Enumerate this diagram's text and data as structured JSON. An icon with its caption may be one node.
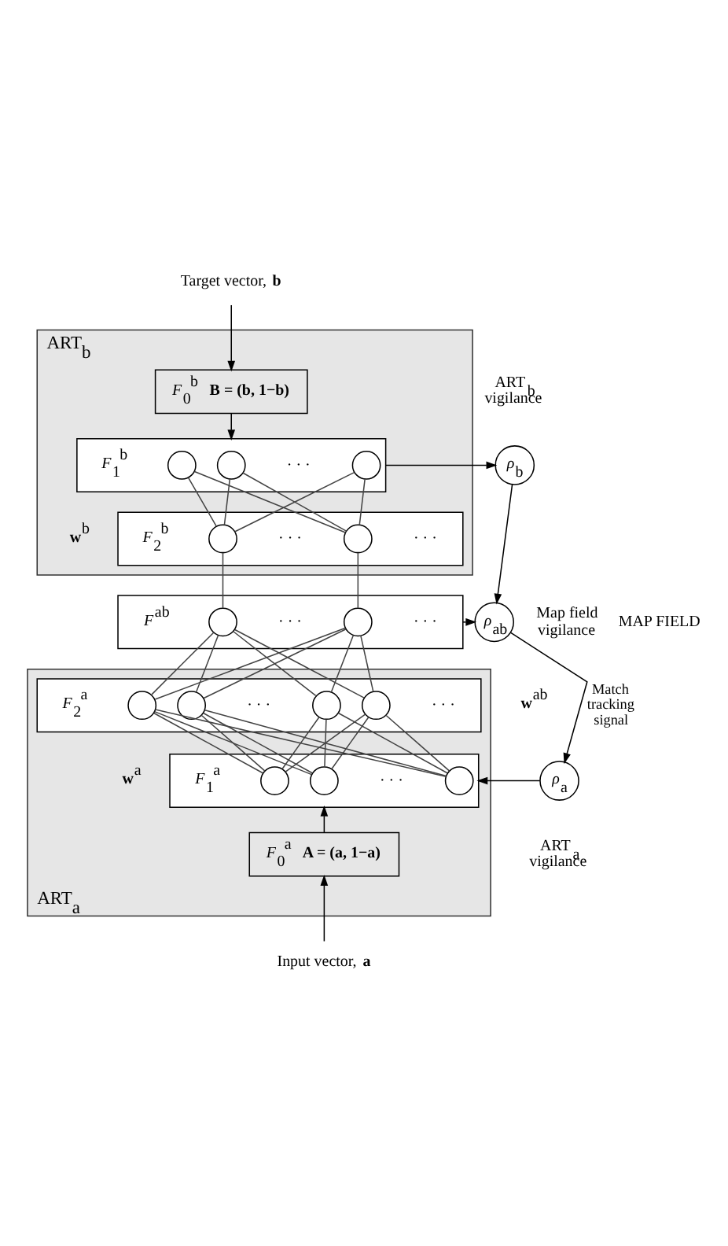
{
  "diagram": {
    "nodes": [
      {
        "text": [
          "ART$_{b}$"
        ]
      },
      {
        "text": [
          "Target vector, **b**"
        ]
      },
      {
        "text": [
          "*F*$_{0}$$^{b}$",
          "B = (b, 1−b)"
        ],
        "in": 0
      },
      {
        "text": [
          "*F*$_{1}$$^{b}$",
          "· · ·"
        ],
        "in": 0
      },
      {
        "text": [],
        "shape": "circle",
        "in": 3
      },
      {
        "text": [],
        "shape": "circle",
        "in": 3
      },
      {
        "text": [],
        "shape": "circle",
        "in": 3
      },
      {
        "text": [
          "*ρ*$_{b}$"
        ],
        "beside": [
          "ART$_{b}$ vigilance"
        ]
      },
      {
        "text": [
          "*F*$_{2}$$^{b}$",
          "· · ·",
          "· · ·"
        ],
        "in": 0
      },
      {
        "text": [],
        "shape": "circle",
        "in": 8
      },
      {
        "text": [],
        "shape": "circle",
        "in": 8
      },
      {
        "text": [
          "*F*$^{ab}$",
          "· · ·",
          "· · ·"
        ]
      },
      {
        "text": [],
        "shape": "circle",
        "in": 11
      },
      {
        "text": [],
        "shape": "circle",
        "in": 11
      },
      {
        "text": [
          "*ρ*$_{ab}$"
        ],
        "beside": [
          "Map field vigilance"
        ]
      },
      {
        "text": [
          "ART$_{a}$"
        ]
      },
      {
        "text": [
          "*F*$_{2}$$^{a}$",
          "· · ·",
          "· · ·"
        ],
        "in": 15
      },
      {
        "text": [],
        "shape": "circle",
        "in": 16
      },
      {
        "text": [],
        "shape": "circle",
        "in": 16
      },
      {
        "text": [],
        "shape": "circle",
        "in": 16
      },
      {
        "text": [],
        "shape": "circle",
        "in": 16
      },
      {
        "text": [
          "*F*$_{1}$$^{a}$",
          "· · ·"
        ],
        "in": 15
      },
      {
        "text": [],
        "shape": "circle",
        "in": 21
      },
      {
        "text": [],
        "shape": "circle",
        "in": 21
      },
      {
        "text": [],
        "shape": "circle",
        "in": 21
      },
      {
        "text": [
          "*ρ*$_{a}$"
        ],
        "beside": [
          "ART$_{a}$ vigilance"
        ]
      },
      {
        "text": [
          "*F*$_{0}$$^{a}$",
          "A = (a, 1−a)"
        ],
        "in": 15
      },
      {
        "text": [
          "Input vector, **a**"
        ]
      }
    ],
    "edges": [
      {
        "from": 1,
        "to": 2,
        "arrow": "to"
      },
      {
        "from": 2,
        "to": 3,
        "arrow": "to"
      },
      {
        "from": 3,
        "to": 7,
        "arrow": "to"
      },
      {
        "from": 4,
        "to": 9,
        "arrow": "none"
      },
      {
        "from": 4,
        "to": 10,
        "arrow": "none"
      },
      {
        "from": 5,
        "to": 9,
        "arrow": "none"
      },
      {
        "from": 5,
        "to": 10,
        "arrow": "none"
      },
      {
        "from": 6,
        "to": 9,
        "arrow": "none"
      },
      {
        "from": 6,
        "to": 10,
        "arrow": "none"
      },
      {
        "from": 7,
        "to": 14,
        "arrow": "to"
      },
      {
        "from": 9,
        "to": 12,
        "arrow": "none"
      },
      {
        "from": 10,
        "to": 13,
        "arrow": "none"
      },
      {
        "from": 11,
        "to": 14,
        "arrow": "to"
      },
      {
        "from": 12,
        "to": 17,
        "arrow": "none"
      },
      {
        "from": 12,
        "to": 18,
        "arrow": "none"
      },
      {
        "from": 12,
        "to": 19,
        "arrow": "none"
      },
      {
        "from": 12,
        "to": 20,
        "arrow": "none"
      },
      {
        "from": 13,
        "to": 17,
        "arrow": "none"
      },
      {
        "from": 13,
        "to": 18,
        "arrow": "none"
      },
      {
        "from": 13,
        "to": 19,
        "arrow": "none"
      },
      {
        "from": 13,
        "to": 20,
        "arrow": "none"
      },
      {
        "from": 14,
        "to": 25,
        "arrow": "to",
        "label": "Match tracking signal"
      },
      {
        "from": 17,
        "to": 22,
        "arrow": "none"
      },
      {
        "from": 17,
        "to": 23,
        "arrow": "none"
      },
      {
        "from": 17,
        "to": 24,
        "arrow": "none"
      },
      {
        "from": 18,
        "to": 22,
        "arrow": "none"
      },
      {
        "from": 18,
        "to": 23,
        "arrow": "none"
      },
      {
        "from": 18,
        "to": 24,
        "arrow": "none"
      },
      {
        "from": 19,
        "to": 22,
        "arrow": "none"
      },
      {
        "from": 19,
        "to": 23,
        "arrow": "none"
      },
      {
        "from": 19,
        "to": 24,
        "arrow": "none"
      },
      {
        "from": 20,
        "to": 22,
        "arrow": "none"
      },
      {
        "from": 20,
        "to": 23,
        "arrow": "none"
      },
      {
        "from": 20,
        "to": 24,
        "arrow": "none"
      },
      {
        "from": 25,
        "to": 21,
        "arrow": "to"
      },
      {
        "from": 26,
        "to": 21,
        "arrow": "to"
      },
      {
        "from": 27,
        "to": 26,
        "arrow": "to"
      }
    ],
    "labels": [
      "MAP FIELD",
      "**w**$^{b}$",
      "**w**$^{ab}$",
      "**w**$^{a}$"
    ]
  }
}
